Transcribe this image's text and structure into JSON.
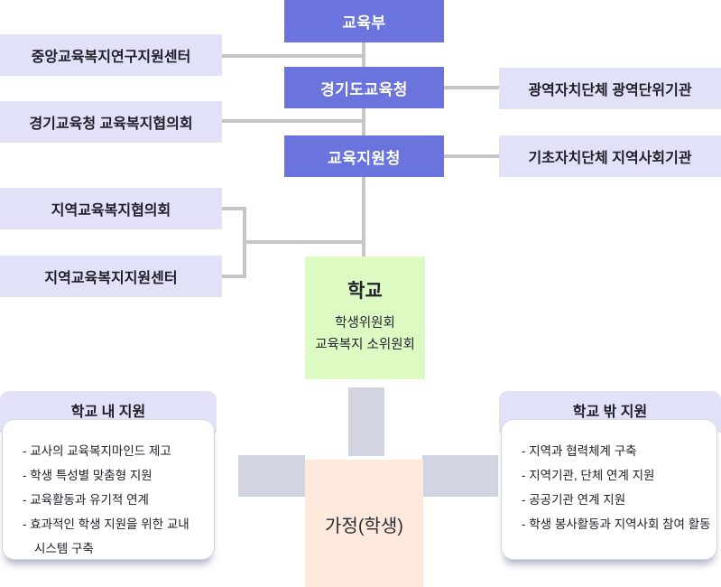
{
  "nodes": {
    "moe": {
      "label": "교육부"
    },
    "provincial_office": {
      "label": "경기도교육청"
    },
    "district_office": {
      "label": "교육지원청"
    },
    "central_center": {
      "label": "중앙교육복지연구지원센터"
    },
    "provincial_council": {
      "label": "경기교육청 교육복지협의회"
    },
    "regional_council": {
      "label": "지역교육복지협의회"
    },
    "regional_center": {
      "label": "지역교육복지지원센터"
    },
    "wide_area_org": {
      "label": "광역자치단체 광역단위기관"
    },
    "local_org": {
      "label": "기초자치단체 지역사회기관"
    },
    "school": {
      "title": "학교",
      "subtitle_lines": [
        "학생위원회",
        "교육복지 소위원회"
      ]
    },
    "family": {
      "label": "가정(학생)"
    }
  },
  "panels": {
    "in_school": {
      "title": "학교 내 지원",
      "items": [
        "- 교사의 교육복지마인드 제고",
        "- 학생 특성별 맞춤형 지원",
        "- 교육활동과 유기적 연계",
        "- 효과적인 학생 지원을 위한 교내\n시스템 구축"
      ]
    },
    "out_school": {
      "title": "학교 밖 지원",
      "items": [
        "- 지역과 협력체계 구축",
        "- 지역기관, 단체 연계 지원",
        "- 공공기관 연계 지원",
        "- 학생 봉사활동과 지역사회 참여 활동"
      ]
    }
  },
  "colors": {
    "primary_purple": "#6b74dd",
    "lavender": "#e1e2f7",
    "school_green": "#ddfac3",
    "family_peach": "#fdeadc",
    "connector_thin": "#c6c6c6",
    "connector_thick": "#d2d5e1"
  }
}
